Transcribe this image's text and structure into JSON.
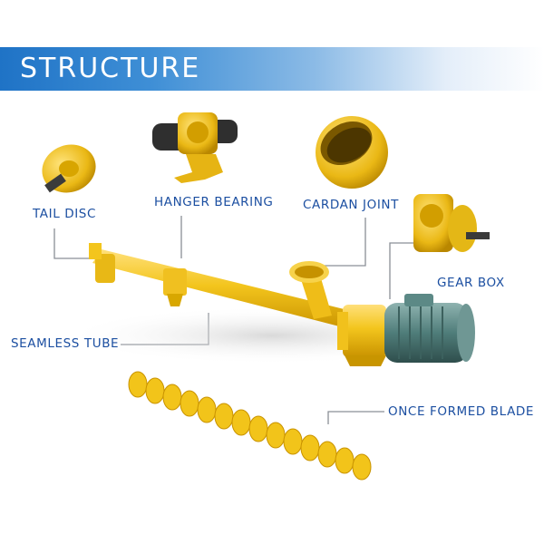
{
  "title": "STRUCTURE",
  "components": {
    "tail_disc": "TAIL DISC",
    "hanger_bearing": "HANGER BEARING",
    "cardan_joint": "CARDAN JOINT",
    "gear_box": "GEAR BOX",
    "seamless_tube": "SEAMLESS TUBE",
    "once_formed_blade": "ONCE FORMED BLADE"
  },
  "colors": {
    "banner": "#1f73c6",
    "label_text": "#1c4fa1",
    "leader_line": "#8a8f96",
    "machine_yellow": "#f2c41a",
    "motor_teal": "#4f7d7a"
  }
}
